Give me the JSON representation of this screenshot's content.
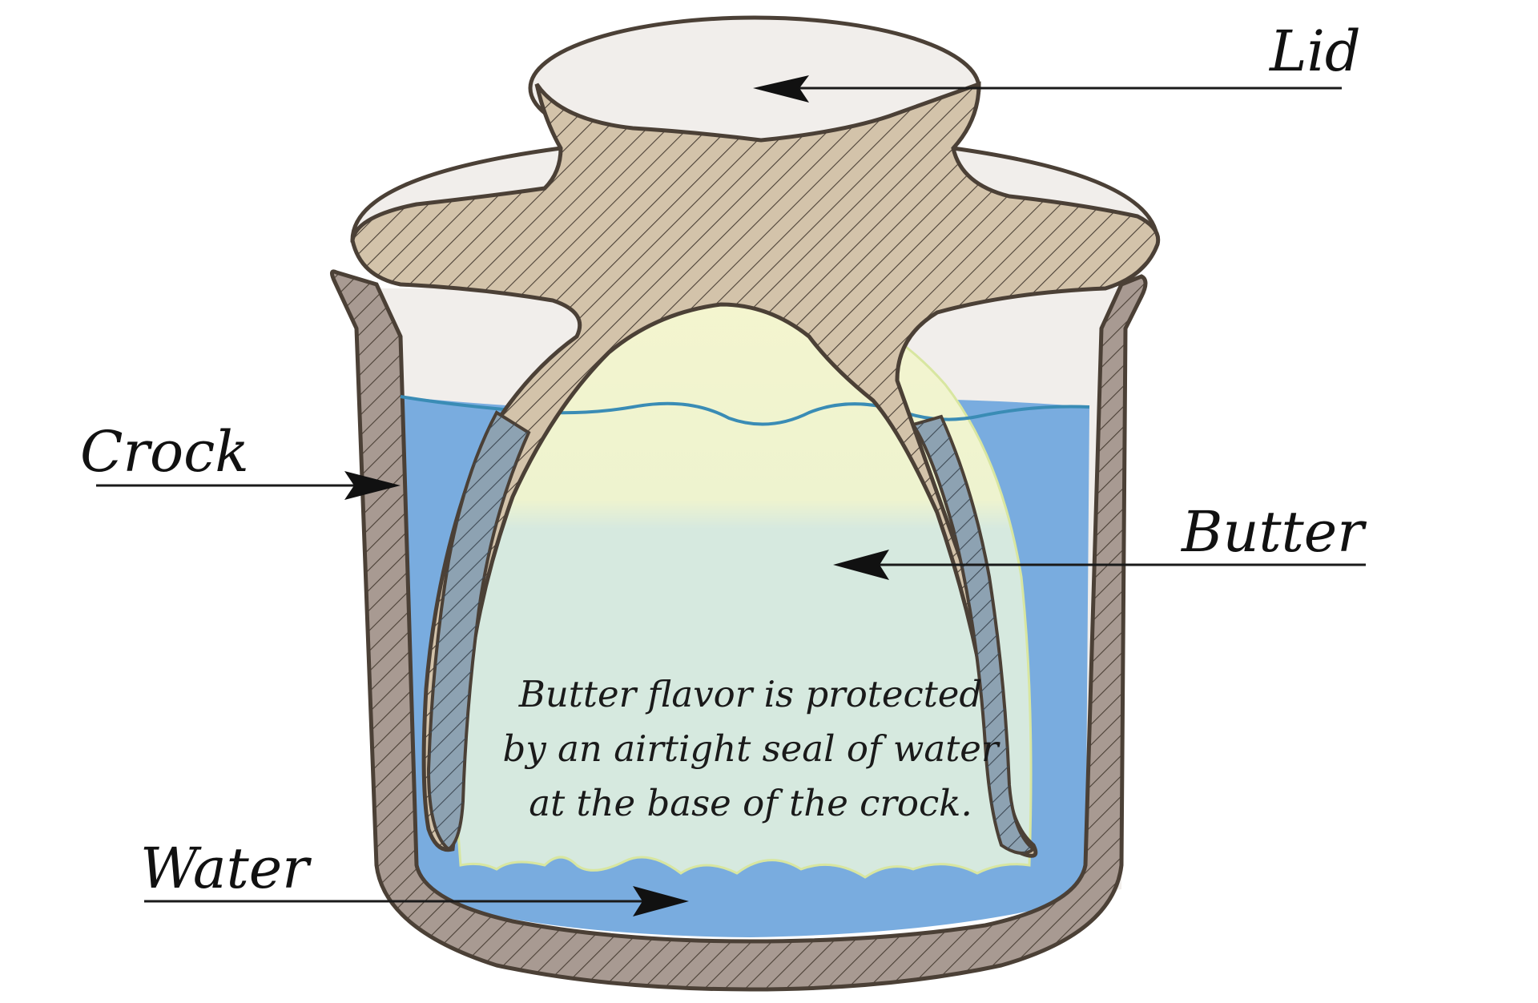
{
  "labels": {
    "lid": "Lid",
    "crock": "Crock",
    "butter": "Butter",
    "water": "Water"
  },
  "caption": {
    "line1": "Butter flavor is protected",
    "line2": "by an airtight seal of water",
    "line3": "at the base of the crock."
  },
  "colors": {
    "water": "#79acdf",
    "butter": "#d6e9df",
    "butter_top": "#f2f4d0",
    "lid": "#d3c3aa",
    "crock_wall": "#a89a92",
    "interior": "#f1eeeb",
    "outline": "#4b4036"
  }
}
